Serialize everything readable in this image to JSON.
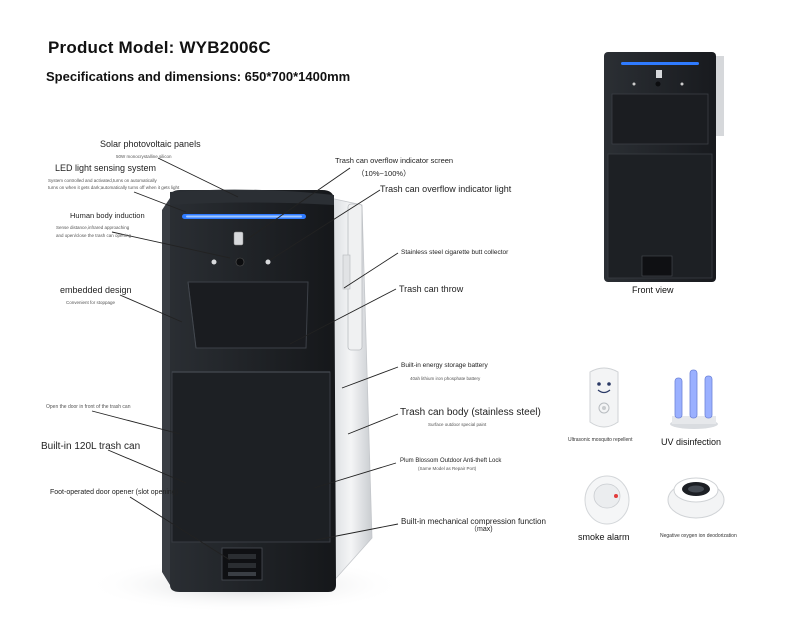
{
  "header": {
    "product_model": "Product Model: WYB2006C",
    "specs": "Specifications and dimensions: 650*700*1400mm"
  },
  "labels": {
    "solar": "Solar photovoltaic panels",
    "solar_sub": "50W monocrystalline silicon",
    "led": "LED light sensing system",
    "led_sub1": "System controlled and activated,turns on automatically",
    "led_sub2": "turns on when it gets dark;automatically turns off when it gets light",
    "human": "Human body induction",
    "human_sub1": "Sense distance,infrared approaching",
    "human_sub2": "and open/close the trash can opening",
    "embedded": "embedded design",
    "embedded_sub": "Convenient for stoppage",
    "open_door": "Open the door in front of the trash can",
    "builtin120": "Built-in 120L trash can",
    "foot": "Foot-operated door opener (slot opening)",
    "overflow_screen": "Trash can overflow indicator screen",
    "overflow_range": "（10%~100%）",
    "overflow_light": "Trash can overflow indicator light",
    "cigarette": "Stainless steel cigarette butt collector",
    "throw": "Trash can throw",
    "battery": "Built-in energy storage battery",
    "battery_sub": "40ah lithium iron phosphate battery",
    "body": "Trash can body (stainless steel)",
    "body_sub": "Surface outdoor special paint",
    "lock": "Plum Blossom Outdoor Anti-theft Lock",
    "lock_sub": "(Same Model as Repair Port)",
    "compression": "Built-in mechanical compression function",
    "compression_sub": "（max)"
  },
  "features": {
    "front_view": "Front view",
    "mosquito": "Ultrasonic mosquito repellent",
    "uv": "UV disinfection",
    "smoke": "smoke alarm",
    "oxygen": "Negative oxygen ion deodorization"
  },
  "colors": {
    "bin_dark": "#1e2126",
    "bin_edge": "#33373d",
    "led_blue": "#2f7bff",
    "steel": "#e8eaec"
  }
}
